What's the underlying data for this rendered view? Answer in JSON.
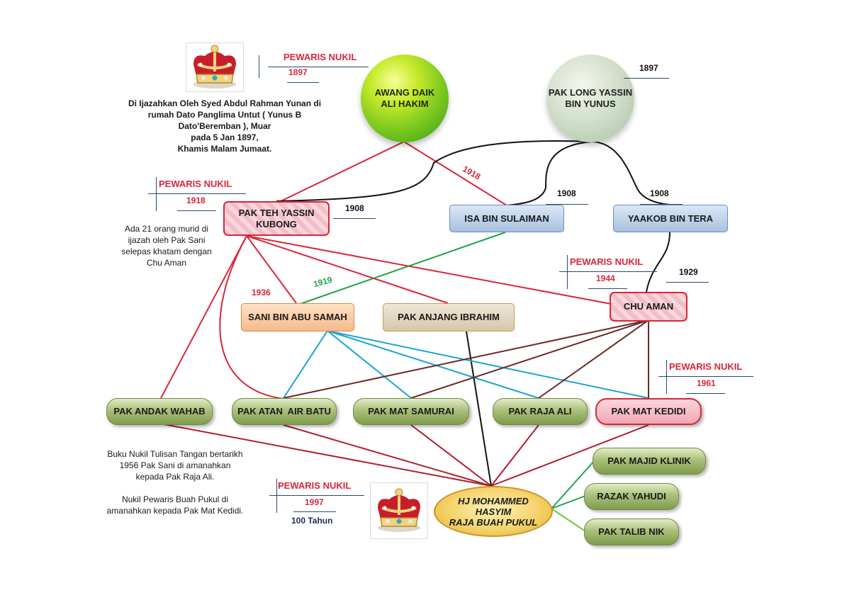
{
  "nodes": {
    "awang": "AWANG DAIK\nALI HAKIM",
    "paklong": "PAK LONG YASSIN\nBIN YUNUS",
    "pakteh": "PAK TEH YASSIN\nKUBONG",
    "isa": "ISA BIN SULAIMAN",
    "yaakob": "YAAKOB BIN TERA",
    "sani": "SANI BIN ABU SAMAH",
    "anjang": "PAK ANJANG IBRAHIM",
    "chuaman": "CHU AMAN",
    "andak": "PAK ANDAK WAHAB",
    "atan": "PAK ATAN  AIR BATU",
    "samurai": "PAK MAT SAMURAI",
    "rajaali": "PAK RAJA ALI",
    "kedidi": "PAK MAT KEDIDI",
    "majid": "PAK MAJID KLINIK",
    "razak": "RAZAK YAHUDI",
    "talib": "PAK TALIB NIK",
    "hashim": "HJ MOHAMMED\nHASYIM\nRAJA BUAH PUKUL"
  },
  "labels": {
    "pewaris": "PEWARIS NUKIL",
    "y1897": "1897",
    "y1918": "1918",
    "y1908": "1908",
    "y1929": "1929",
    "y1944": "1944",
    "y1961": "1961",
    "y1997": "1997",
    "y1936": "1936",
    "y1919": "1919",
    "tahun": "100 Tahun"
  },
  "texts": {
    "ijazah": "Di Ijazahkan Oleh Syed Abdul Rahman Yunan di\nrumah Dato Panglima Untut ( Yunus B\nDato'Beremban ), Muar\npada 5 Jan 1897,\nKhamis Malam Jumaat.",
    "murid": "Ada 21 orang murid di\nijazah oleh Pak Sani\nselepas khatam dengan\nChu Aman",
    "buku": "Buku Nukil Tulisan Tangan bertarikh\n1956 Pak Sani di amanahkan\nkepada Pak Raja Ali.\n\nNukil Pewaris Buah Pukul di\namanahkan kepada Pak Mat Kedidi."
  },
  "colors": {
    "red_line": "#d9263a",
    "black_line": "#111111",
    "green_line": "#1fa24a",
    "cyan_line": "#1aa3d6",
    "brown_line": "#6b2a25",
    "lightgreen_line": "#7cc242",
    "rule_line": "#2b4a6b"
  },
  "icons": [
    "crown-icon",
    "crown-icon"
  ]
}
